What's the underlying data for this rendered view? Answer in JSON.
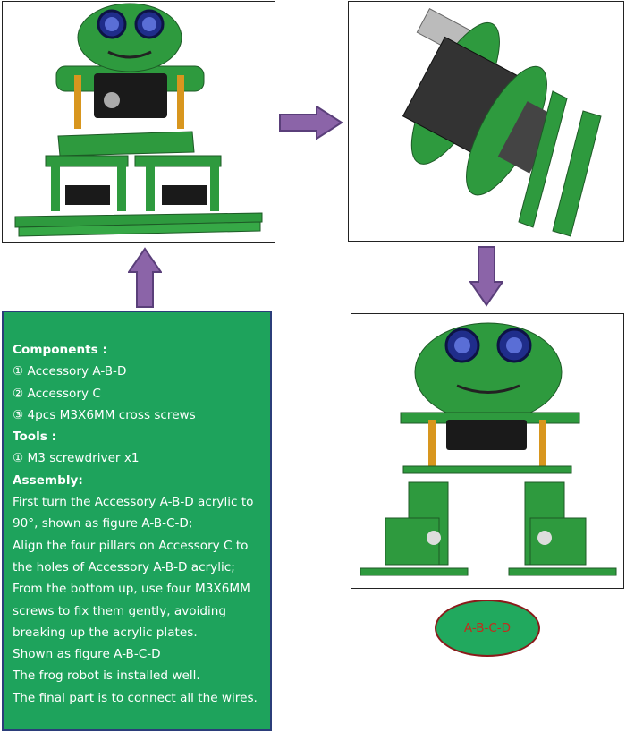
{
  "colors": {
    "panel_green": "#1ea35c",
    "panel_border": "#2b3d7a",
    "arrow_fill": "#8b64a8",
    "arrow_stroke": "#5a3f7a",
    "label_text": "#c42b1c",
    "label_border": "#8b1a1a",
    "pcb_green": "#2e9a3e"
  },
  "images": {
    "top_left": "frog-robot-legs-unassembled",
    "top_right": "frog-robot-side-view",
    "bottom_right": "frog-robot-assembled-front"
  },
  "instructions": {
    "components_heading": "Components :",
    "components": [
      "①  Accessory A-B-D",
      "② Accessory C",
      "③  4pcs M3X6MM cross screws"
    ],
    "tools_heading": "Tools :",
    "tools": [
      "① M3 screwdriver x1"
    ],
    "assembly_heading": "Assembly:",
    "assembly_lines": [
      "First turn the Accessory A-B-D acrylic to",
      "90°, shown as figure A-B-C-D;",
      "Align the four pillars on Accessory C to",
      "the holes of Accessory A-B-D acrylic;",
      "From the bottom up, use four M3X6MM",
      "screws to fix them gently, avoiding",
      "breaking up the acrylic plates.",
      "Shown as figure A-B-C-D",
      "The frog robot is installed well.",
      "The final part is to connect all the wires."
    ]
  },
  "figure_label": "A-B-C-D"
}
